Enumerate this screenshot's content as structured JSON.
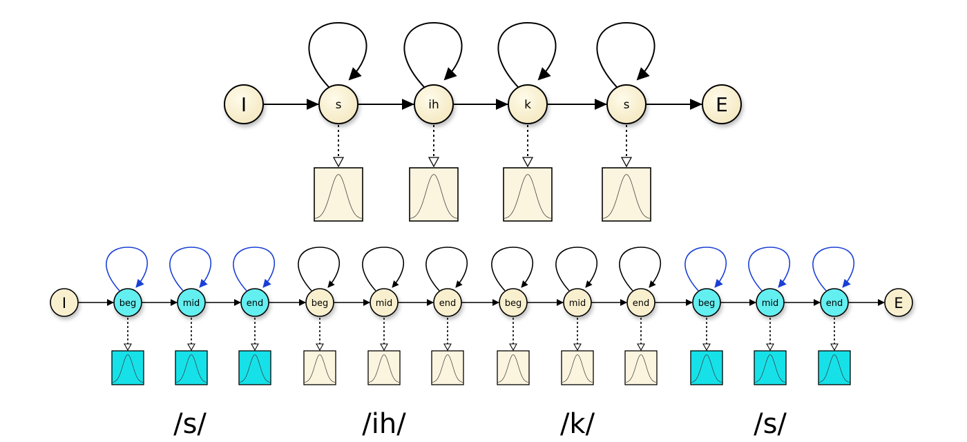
{
  "colors": {
    "state_fill": "#fbf2d2",
    "state_fill_subphone": "#f8efce",
    "highlight_fill": "#63eef0",
    "highlight_box": "#17e1e8",
    "box_fill": "#fbf4de",
    "self_loop_black": "#000000",
    "self_loop_blue": "#1a3fd6"
  },
  "top_model": {
    "start_label": "I",
    "end_label": "E",
    "states": [
      {
        "label": "s"
      },
      {
        "label": "ih"
      },
      {
        "label": "k"
      },
      {
        "label": "s"
      }
    ]
  },
  "bottom_model": {
    "start_label": "I",
    "end_label": "E",
    "states": [
      {
        "label": "beg",
        "highlight": true
      },
      {
        "label": "mid",
        "highlight": true
      },
      {
        "label": "end",
        "highlight": true
      },
      {
        "label": "beg",
        "highlight": false
      },
      {
        "label": "mid",
        "highlight": false
      },
      {
        "label": "end",
        "highlight": false
      },
      {
        "label": "beg",
        "highlight": false
      },
      {
        "label": "mid",
        "highlight": false
      },
      {
        "label": "end",
        "highlight": false
      },
      {
        "label": "beg",
        "highlight": true
      },
      {
        "label": "mid",
        "highlight": true
      },
      {
        "label": "end",
        "highlight": true
      }
    ]
  },
  "phoneme_labels": [
    "/s/",
    "/ih/",
    "/k/",
    "/s/"
  ]
}
